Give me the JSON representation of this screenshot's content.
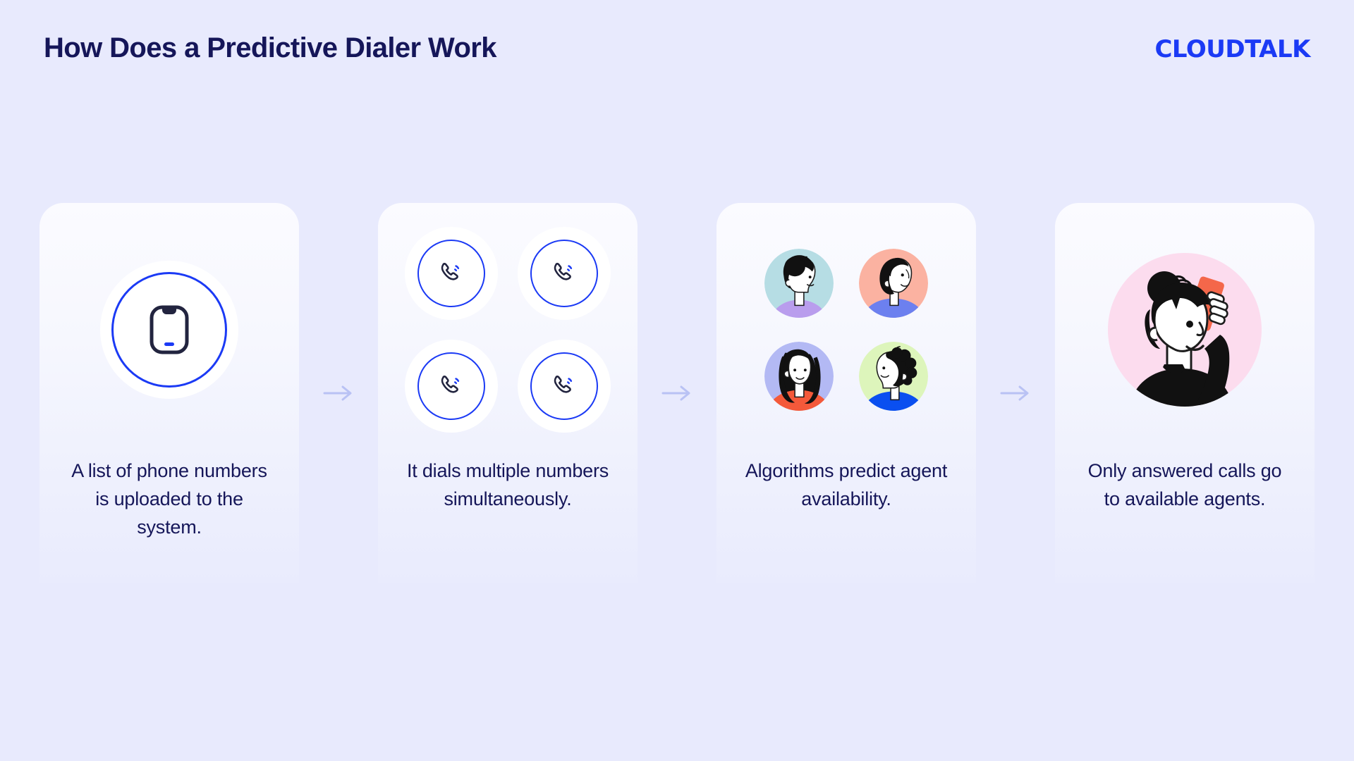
{
  "header": {
    "title": "How Does a Predictive Dialer Work",
    "logo_primary": "CLOUD",
    "logo_secondary": "TALK",
    "logo_full": "CLOUDTALK"
  },
  "colors": {
    "background": "#e8eafd",
    "card_top": "#fbfbff",
    "card_bottom": "#e9ebfd",
    "brand_blue": "#1b3af5",
    "text_navy": "#151659",
    "arrow": "#b9c2f4",
    "icon_dark": "#22243f",
    "avatar_bg_1": "#b6dde4",
    "avatar_shoulder_1": "#b99ded",
    "avatar_bg_2": "#fbb2a1",
    "avatar_shoulder_2": "#6c80ef",
    "avatar_bg_3": "#b3b9f4",
    "avatar_shoulder_3": "#f4593a",
    "avatar_bg_4": "#ddf5bb",
    "avatar_shoulder_4": "#0a4ff0",
    "agent_bg": "#fcdcee",
    "agent_phone": "#f4674a"
  },
  "steps": [
    {
      "index": 1,
      "caption": "A list of phone numbers is uploaded to the system.",
      "art": "phone-device-in-ring",
      "icon_name": "smartphone-icon"
    },
    {
      "index": 2,
      "caption": "It dials multiple numbers simultaneously.",
      "art": "four-calling-handsets",
      "icon_name": "phone-call-icon",
      "icon_count": 4
    },
    {
      "index": 3,
      "caption": "Algorithms predict agent availability.",
      "art": "four-agent-avatars",
      "icon_name": "agent-avatar",
      "icon_count": 4
    },
    {
      "index": 4,
      "caption": "Only answered calls go to available agents.",
      "art": "agent-answering-call",
      "icon_name": "agent-on-phone-illustration"
    }
  ],
  "connectors": [
    {
      "name": "arrow-right-1",
      "glyph": "→"
    },
    {
      "name": "arrow-right-2",
      "glyph": "→"
    },
    {
      "name": "arrow-right-3",
      "glyph": "→"
    }
  ]
}
